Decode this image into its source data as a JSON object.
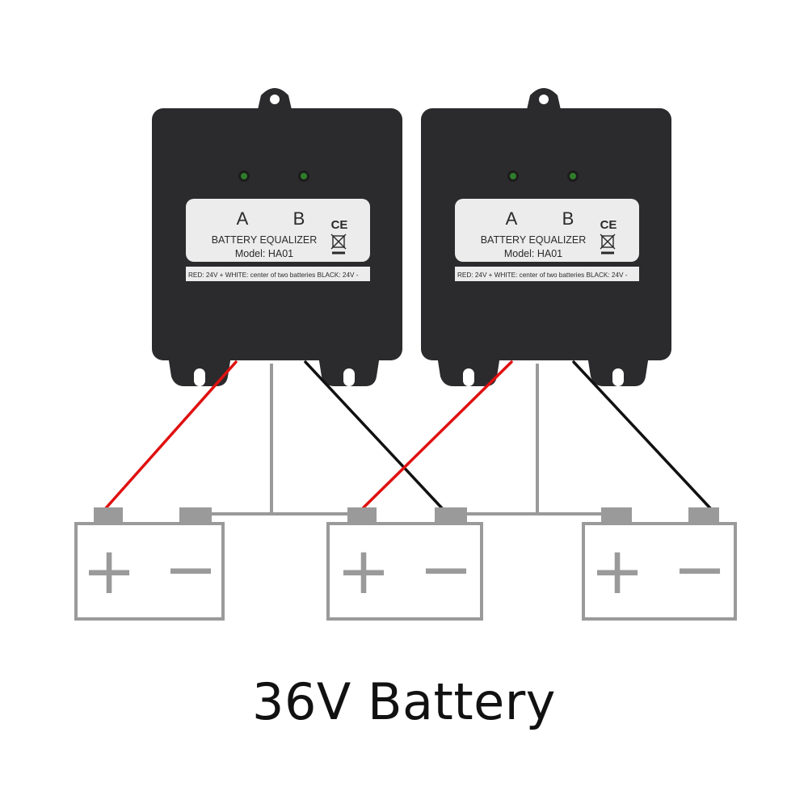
{
  "caption": "36V Battery",
  "equalizers": [
    {
      "label_a": "A",
      "label_b": "B",
      "ce_mark": "CE",
      "title": "BATTERY EQUALIZER",
      "model": "Model: HA01",
      "wiring_note": "RED: 24V +  WHITE: center of two batteries  BLACK: 24V -"
    },
    {
      "label_a": "A",
      "label_b": "B",
      "ce_mark": "CE",
      "title": "BATTERY EQUALIZER",
      "model": "Model: HA01",
      "wiring_note": "RED: 24V +  WHITE: center of two batteries  BLACK: 24V -"
    }
  ],
  "batteries": [
    {
      "positive_symbol": "+",
      "negative_symbol": "−"
    },
    {
      "positive_symbol": "+",
      "negative_symbol": "−"
    },
    {
      "positive_symbol": "+",
      "negative_symbol": "−"
    }
  ],
  "colors": {
    "device_body": "#2b2b2d",
    "label_panel": "#ececec",
    "led": "#1f6b22",
    "wire_red": "#e01010",
    "wire_black": "#111111",
    "wire_white": "#9a9a9a",
    "battery_outline": "#9a9a9a"
  }
}
